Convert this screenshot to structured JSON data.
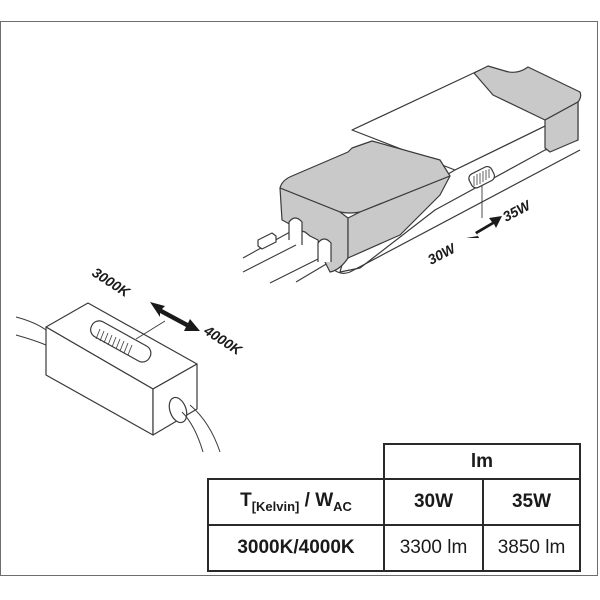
{
  "driver": {
    "power_switch": {
      "left_label": "30W",
      "right_label": "35W"
    }
  },
  "remote": {
    "cct_switch": {
      "left_label": "3000K",
      "right_label": "4000K"
    }
  },
  "table": {
    "group_header": "lm",
    "row_header_title": {
      "t": "T",
      "t_sub": "[Kelvin]",
      "sep": " / ",
      "w": "W",
      "w_sub": "AC"
    },
    "columns": [
      "30W",
      "35W"
    ],
    "rows": [
      {
        "label": "3000K/4000K",
        "values": [
          "3300 lm",
          "3850 lm"
        ]
      }
    ]
  },
  "colors": {
    "housing_gray": "#c9c9c9",
    "housing_light": "#ffffff",
    "line": "#3a3a3a",
    "frame": "#6e6e6e"
  }
}
